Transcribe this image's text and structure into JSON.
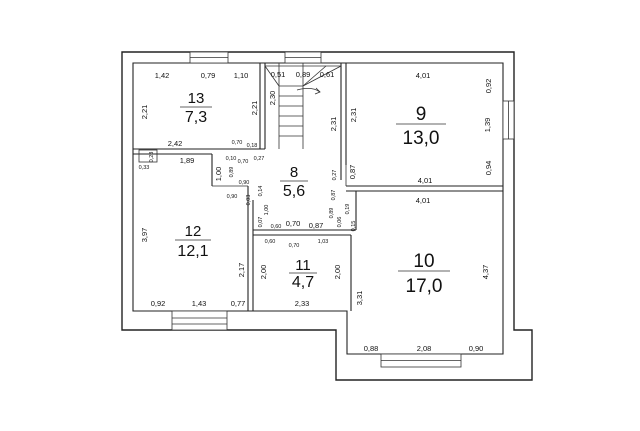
{
  "rooms": [
    {
      "id": "13",
      "number": "13",
      "area": "7,3"
    },
    {
      "id": "9",
      "number": "9",
      "area": "13,0"
    },
    {
      "id": "8",
      "number": "8",
      "area": "5,6"
    },
    {
      "id": "12",
      "number": "12",
      "area": "12,1"
    },
    {
      "id": "11",
      "number": "11",
      "area": "4,7"
    },
    {
      "id": "10",
      "number": "10",
      "area": "17,0"
    }
  ],
  "dims": {
    "d1": "1,42",
    "d2": "0,79",
    "d3": "1,10",
    "d4": "0,51",
    "d5": "0,89",
    "d6": "0,61",
    "d7": "4,01",
    "d8": "0,92",
    "d9": "2,21",
    "d10": "2,21",
    "d11": "2,30",
    "d12": "2,31",
    "d13": "2,31",
    "d14": "1,39",
    "d15": "2,42",
    "d16": "0,70",
    "d17": "0,18",
    "d18": "1,89",
    "d19": "0,10",
    "d20": "0,70",
    "d21": "0,27",
    "d22": "0,33",
    "d23": "0,23",
    "d24": "0,87",
    "d25": "1,00",
    "d26": "0,89",
    "d27": "0,90",
    "d28": "0,90",
    "d29": "0,27",
    "d30": "0,87",
    "d31": "4,01",
    "d32": "0,94",
    "d33": "4,01",
    "d34": "0,14",
    "d35": "0,03",
    "d36": "1,00",
    "d37": "0,07",
    "d38": "0,60",
    "d39": "0,70",
    "d40": "0,87",
    "d41": "0,89",
    "d42": "0,06",
    "d43": "0,19",
    "d44": "0,15",
    "d45": "0,60",
    "d46": "0,70",
    "d47": "1,03",
    "d48": "3,97",
    "d49": "2,17",
    "d50": "2,00",
    "d51": "2,00",
    "d52": "3,31",
    "d53": "4,37",
    "d54": "2,33",
    "d55": "0,92",
    "d56": "1,43",
    "d57": "0,77",
    "d58": "0,88",
    "d59": "2,08",
    "d60": "0,90"
  }
}
